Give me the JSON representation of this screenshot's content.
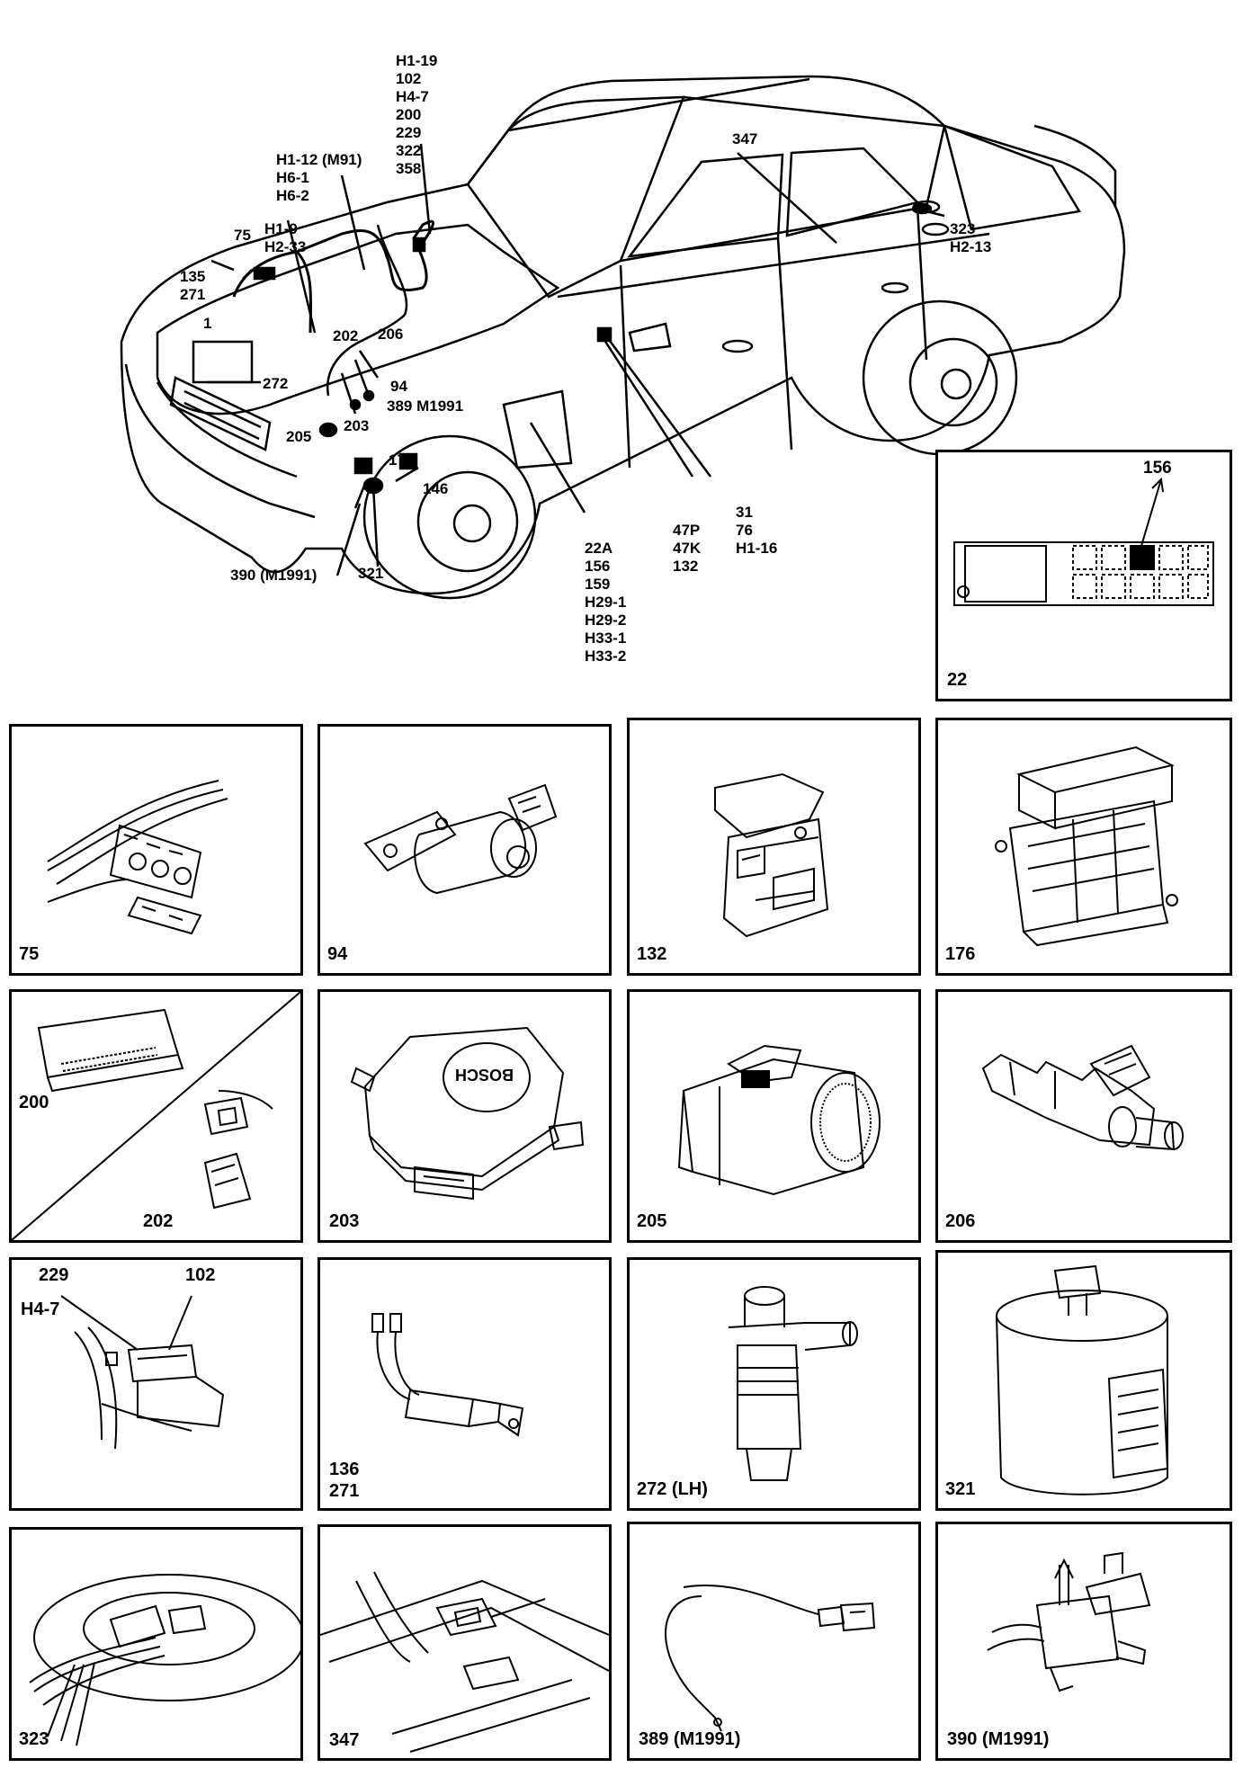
{
  "callouts": {
    "c1": [
      "H1-19",
      "102",
      "H4-7",
      "200",
      "229",
      "322",
      "358"
    ],
    "c2": [
      "H1-12 (M91)",
      "H6-1",
      "H6-2"
    ],
    "c3": [
      "H1-9",
      "H2-33"
    ],
    "c4": [
      "135",
      "271"
    ],
    "c5": "75",
    "c6": "1",
    "c7": "272",
    "c8": "202",
    "c9": "206",
    "c10": "94",
    "c11": "389 M1991",
    "c12": "205",
    "c13": "203",
    "c14": "176",
    "c15": "146",
    "c16": "390 (M1991)",
    "c17": "321",
    "c18": [
      "22A",
      "156",
      "159",
      "H29-1",
      "H29-2",
      "H33-1",
      "H33-2"
    ],
    "c19": [
      "47P",
      "47K",
      "132"
    ],
    "c20": [
      "31",
      "76",
      "H1-16"
    ],
    "c21": "347",
    "c22": [
      "323",
      "H2-13"
    ]
  },
  "fusebox": {
    "label": "22",
    "marker": "156"
  },
  "panels": [
    {
      "label": "75"
    },
    {
      "label": "94"
    },
    {
      "label": "132"
    },
    {
      "label": "176"
    },
    {
      "label_a": "200",
      "label_b": "202"
    },
    {
      "label": "203"
    },
    {
      "label": "205"
    },
    {
      "label": "206"
    },
    {
      "label_a": "229",
      "label_b": "102",
      "label_c": "H4-7"
    },
    {
      "label_a": "136",
      "label_b": "271"
    },
    {
      "label": "272 (LH)"
    },
    {
      "label": "321"
    },
    {
      "label": "323"
    },
    {
      "label": "347"
    },
    {
      "label": "389 (M1991)"
    },
    {
      "label": "390 (M1991)"
    }
  ],
  "stamp_text": "BOSCH"
}
